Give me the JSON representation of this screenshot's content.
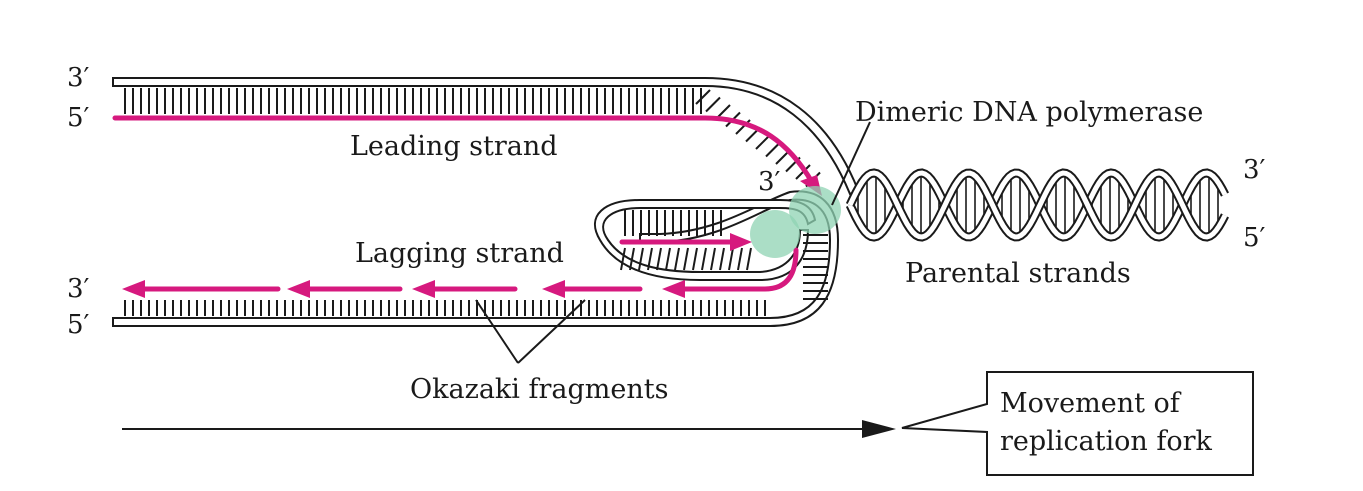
{
  "labels": {
    "leading": "Leading strand",
    "lagging": "Lagging strand",
    "okazaki": "Okazaki fragments",
    "polymerase": "Dimeric DNA polymerase",
    "parental": "Parental strands",
    "movement_line1": "Movement of",
    "movement_line2": "replication fork"
  },
  "ends": {
    "top_left_3": "3′",
    "top_left_5": "5′",
    "bottom_left_3": "3′",
    "bottom_left_5": "5′",
    "right_3": "3′",
    "right_5": "5′",
    "leading_tip_3": "3′"
  },
  "colors": {
    "new_strand": "#d6197e",
    "polymerase": "#8fd3b3",
    "outline": "#1a1a1a"
  }
}
